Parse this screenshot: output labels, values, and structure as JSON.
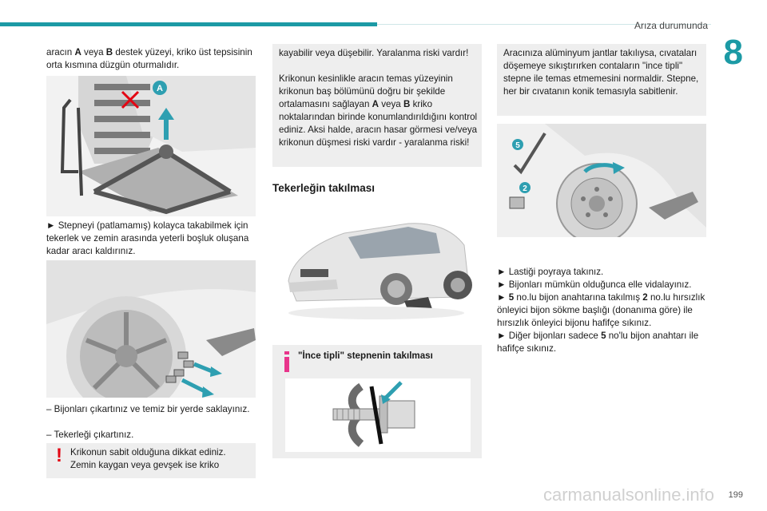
{
  "header": {
    "section_title": "Arıza durumunda",
    "chapter_number": "8",
    "page_number": "199"
  },
  "col1": {
    "intro": {
      "t1": "aracın ",
      "a": "A",
      "t2": " veya ",
      "b": "B",
      "t3": " destek yüzeyi, kriko üst tepsisinin orta kısmına düzgün oturmalıdır."
    },
    "figure1_callout": "A",
    "step_jack": "► Stepneyi (patlamamış) kolayca takabilmek için tekerlek ve zemin arasında yeterli boşluk oluşana kadar aracı kaldırınız.",
    "step_remove_bolts": "– Bijonları çıkartınız ve temiz bir yerde saklayınız.",
    "step_remove_wheel": "– Tekerleği çıkartınız.",
    "warning_mark": "!",
    "warning_text": "Krikonun sabit olduğuna dikkat ediniz. Zemin kaygan veya gevşek ise kriko"
  },
  "col2": {
    "warning_continued": "kayabilir veya düşebilir. Yaralanma riski vardır!",
    "warning_p2": {
      "t1": "Krikonun kesinlikle aracın temas yüzeyinin krikonun baş bölümünü doğru bir şekilde ortalamasını sağlayan ",
      "a": "A",
      "t2": " veya ",
      "b": "B",
      "t3": " kriko noktalarından birinde konumlandırıldığını kontrol ediniz. Aksi halde, aracın hasar görmesi ve/veya krikonun düşmesi riski vardır - yaralanma riski!"
    },
    "heading": "Tekerleğin takılması",
    "info_title": "\"İnce tipli\" stepnenin takılması"
  },
  "col3": {
    "info_text": "Aracınıza alüminyum jantlar takılıysa, cıvataları döşemeye sıkıştırırken contaların \"ince tipli\" stepne ile temas etmemesini normaldir. Stepne, her bir cıvatanın konik temasıyla sabitlenir.",
    "figure_callout_5": "5",
    "figure_callout_2": "2",
    "step1": "► Lastiği poyraya takınız.",
    "step2": "► Bijonları mümkün olduğunca elle vidalayınız.",
    "step3": {
      "t1": "► ",
      "n5": "5",
      "t2": " no.lu bijon anahtarına takılmış ",
      "n2": "2",
      "t3": " no.lu hırsızlık önleyici bijon sökme başlığı (donanıma göre) ile hırsızlık önleyici bijonu hafifçe sıkınız."
    },
    "step4": {
      "t1": "► Diğer bijonları sadece ",
      "n5": "5",
      "t2": " no'lu bijon anahtarı ile hafifçe sıkınız."
    }
  },
  "footer": {
    "watermark": "carmanualsonline.info"
  },
  "colors": {
    "accent": "#1c9aa5",
    "callout": "#2e9fb1",
    "warning": "#e30613",
    "info": "#e8358b",
    "box_bg": "#eeeeee"
  }
}
